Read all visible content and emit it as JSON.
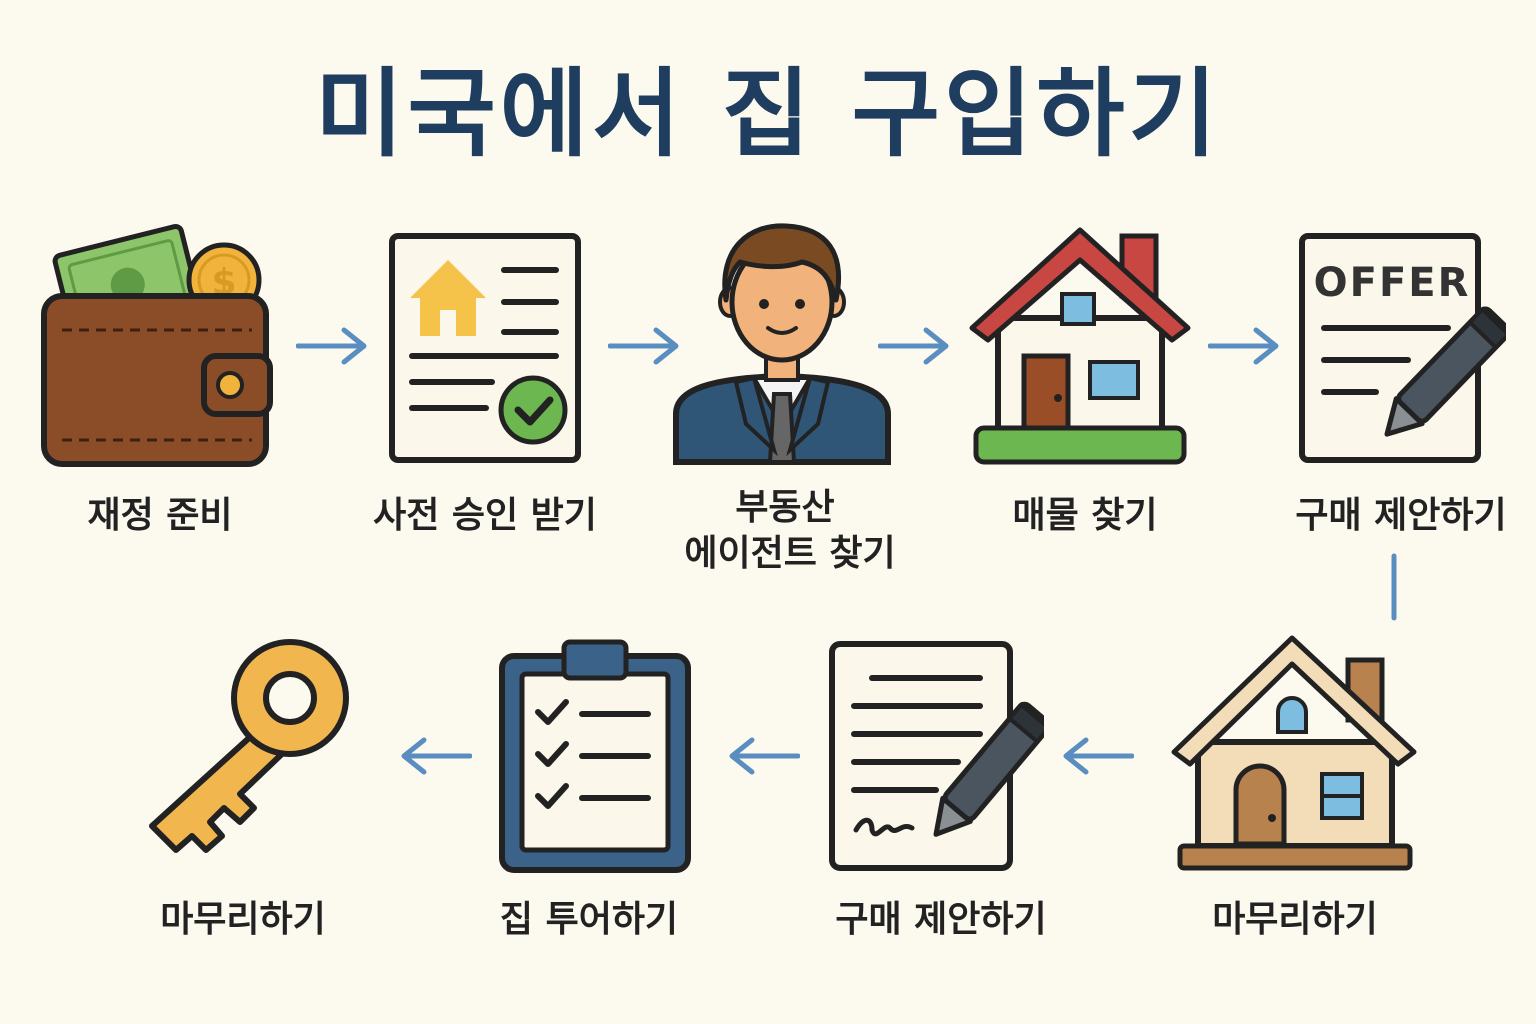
{
  "title": "미국에서 집 구입하기",
  "steps": [
    {
      "label": "재정 준비",
      "icon": "wallet-icon"
    },
    {
      "label": "사전 승인 받기",
      "icon": "approval-document-icon"
    },
    {
      "label": "부동산",
      "label2": "에이전트 찾기",
      "icon": "real-estate-agent-icon"
    },
    {
      "label": "매물 찾기",
      "icon": "house-icon"
    },
    {
      "label": "구매 제안하기",
      "icon": "offer-document-icon"
    },
    {
      "label": "마무리하기",
      "icon": "beige-house-icon"
    },
    {
      "label": "구매 제안하기",
      "icon": "signed-contract-icon"
    },
    {
      "label": "집 투어하기",
      "icon": "clipboard-checklist-icon"
    },
    {
      "label": "마무리하기",
      "icon": "key-icon"
    }
  ],
  "offer_text": "OFFER",
  "colors": {
    "title": "#1f3d5e",
    "arrow": "#5b8ec0",
    "background": "#fcf9ef"
  }
}
